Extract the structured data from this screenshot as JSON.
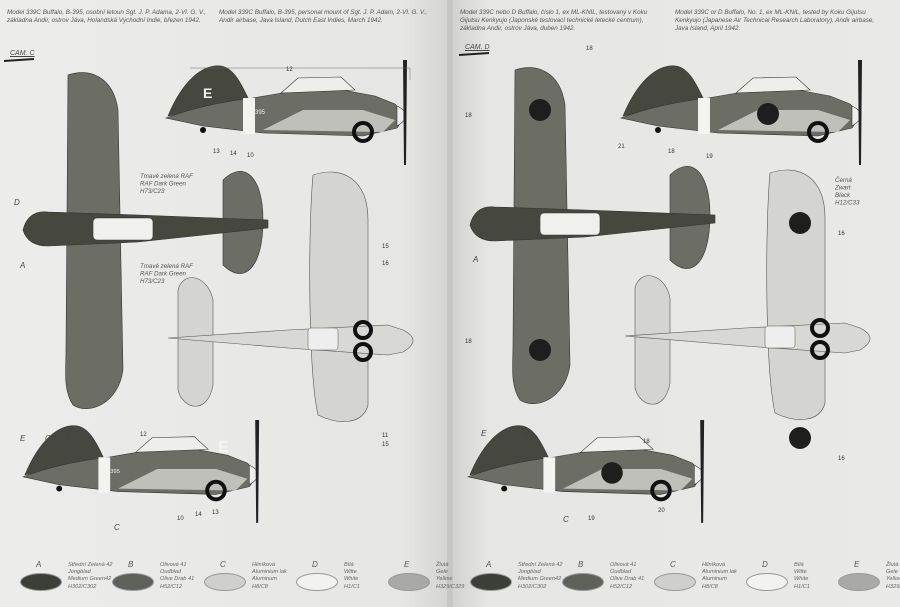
{
  "left_page": {
    "caption_cz": "Model 339C Buffalo, B-395, osobní letoun Sgt. J. P. Adama, 2-VI. G. V., základna Andir, ostrov Jáva, Holandská Východní Indie, březen 1942.",
    "caption_en": "Model 339C Buffalo, B-395, personal mount of Sgt. J. P. Adam, 2-VI. G. V., Andir airbase, Java Island, Dutch East Indies, March 1942.",
    "camo_label": "CAM. C",
    "side_code": "E",
    "serial": "B-395",
    "callout_upper": "Tmavě zelená RAF\nRAF Dark Green\nH73/C23",
    "callout_lower": "Tmavě zelená RAF\nRAF Dark Green\nH73/C23",
    "numbers": {
      "n12a": "12",
      "n13a": "13",
      "n14a": "14",
      "n10a": "10",
      "n15a": "15",
      "n16a": "16",
      "n11": "11",
      "n15b": "15",
      "n12b": "12",
      "n10b": "10",
      "n14b": "14",
      "n13b": "13"
    },
    "letters": {
      "D": "D",
      "A": "A",
      "E": "E",
      "C": "C",
      "B": "B",
      "C2": "C"
    }
  },
  "right_page": {
    "caption_cz": "Model 339C nebo D Buffalo, číslo 1, ex ML-KNIL, testovaný v Koku Gijutsu Kenkyujo (Japonské testovací technické letecké centrum), základna Andir, ostrov Jáva, duben 1942.",
    "caption_en": "Model 339C or D Buffalo, No. 1, ex ML-KNIL, tested by Koku Gijutsu Kenkyujo (Japanese Air Technical Research Laboratory), Andir airbase, Java Island, April 1942.",
    "camo_label": "CAM. D",
    "callout_black": "Černá\nZwart\nBlack\nH12/C33",
    "numbers": {
      "n18a": "18",
      "n21": "21",
      "n18b": "18",
      "n19a": "19",
      "n18c": "18",
      "n16a": "16",
      "n18d": "18",
      "n16b": "16",
      "n18e": "18",
      "n19b": "19",
      "n20": "20"
    },
    "letters": {
      "A": "A",
      "E": "E",
      "C": "C",
      "B": "B",
      "C2": "C"
    }
  },
  "legend": [
    {
      "letter": "A",
      "text": "Střední Zelená 42\nJongblad\nMedium Green42\nH302/C302",
      "color": "#3c3f38"
    },
    {
      "letter": "B",
      "text": "Olivová 41\nOudblad\nOlive Drab 41\nH52/C12",
      "color": "#5e605a"
    },
    {
      "letter": "C",
      "text": "Hliníková\nAluminium lak\nAluminum\nH8/C8",
      "color": "#cfcfcc"
    },
    {
      "letter": "D",
      "text": "Bílá\nWitte\nWhite\nH1/C1",
      "color": "#f2f2f0"
    },
    {
      "letter": "E",
      "text": "Žlutá\nGele\nYellow\nH329/C329",
      "color": "#a9a9a6"
    }
  ],
  "colors": {
    "dark": "#46483f",
    "olive": "#6c6e66",
    "aluminium": "#d4d4d0",
    "roundel": "#1e1e1c"
  }
}
